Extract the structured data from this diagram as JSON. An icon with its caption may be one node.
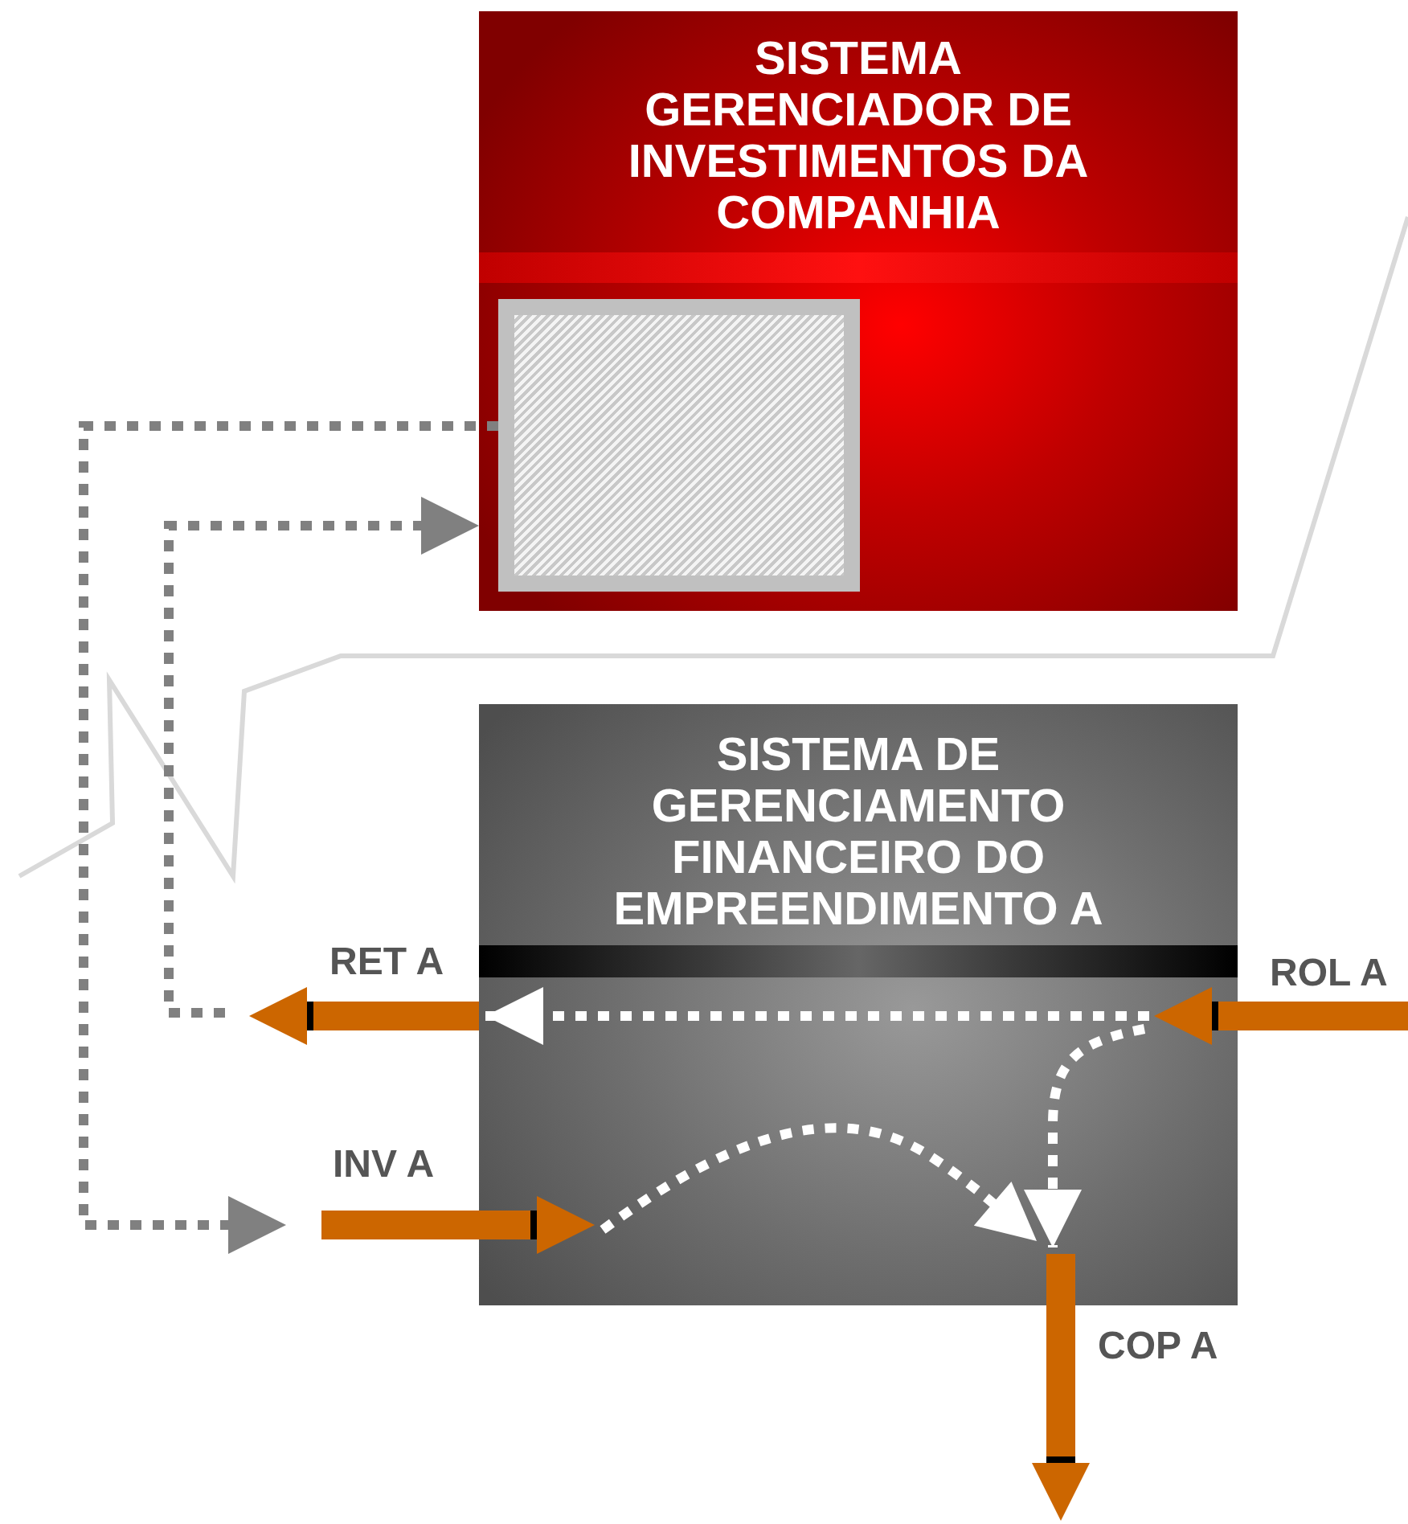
{
  "diagram": {
    "nodes": [
      {
        "text": [
          "SISTEMA GERENCIADOR DE INVESTIMENTOS DA COMPANHIA"
        ]
      },
      {
        "text": [],
        "shape": "box",
        "in": 0
      },
      {
        "text": [
          "SISTEMA DE GERENCIAMENTO FINANCEIRO DO EMPREENDIMENTO A"
        ]
      }
    ],
    "edges": [
      {
        "from": 2,
        "to": null,
        "arrow": "to",
        "label": "RET A"
      },
      {
        "from": null,
        "to": 2,
        "arrow": "to",
        "label": "ROL A"
      },
      {
        "from": null,
        "to": 2,
        "arrow": "to",
        "label": "INV A"
      },
      {
        "from": 2,
        "to": null,
        "arrow": "to",
        "label": "COP A"
      },
      {
        "from": 1,
        "to": null,
        "arrow": "to",
        "style": "dashed",
        "color": "#808080"
      },
      {
        "from": null,
        "to": 0,
        "arrow": "to",
        "style": "dashed",
        "color": "#808080"
      }
    ]
  }
}
